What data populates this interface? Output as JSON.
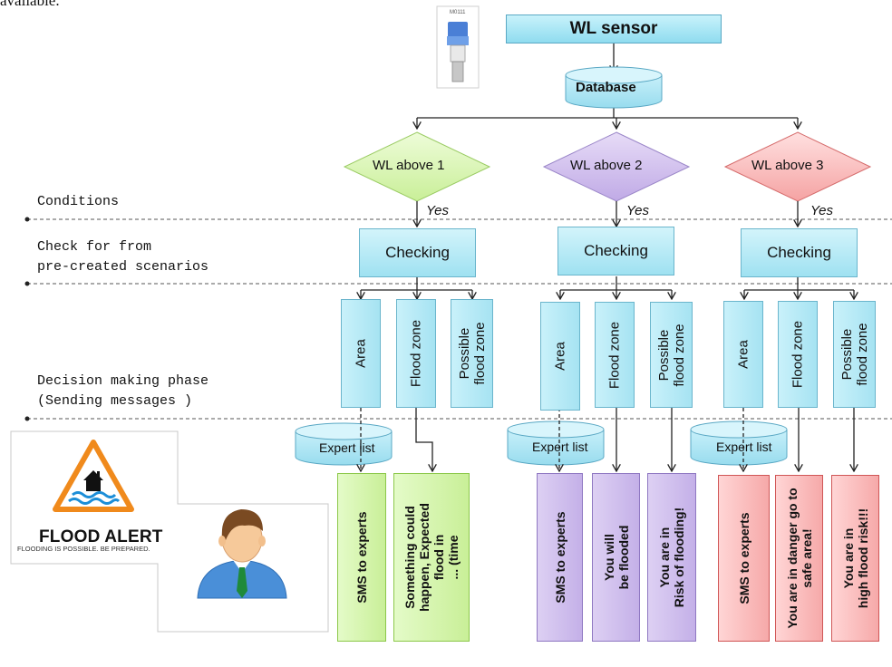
{
  "top_text": "available.",
  "sensor": {
    "title": "WL sensor",
    "device_tag": "M0111"
  },
  "database": {
    "label": "Database"
  },
  "phases": {
    "conditions": "Conditions",
    "check_line1": "Check for from",
    "check_line2": "pre-created scenarios",
    "decision_line1": "Decision making phase",
    "decision_line2": "(Sending messages )"
  },
  "yes_label": "Yes",
  "columns": [
    {
      "condition": "WL above 1",
      "checking": "Checking",
      "criteria": [
        "Area",
        "Flood zone",
        "Possible\nflood zone"
      ],
      "expert_list": "Expert list",
      "messages": [
        "SMS to experts",
        "Something could\nhappen, Expected\nflood in\n... (time"
      ]
    },
    {
      "condition": "WL above 2",
      "checking": "Checking",
      "criteria": [
        "Area",
        "Flood zone",
        "Possible\nflood zone"
      ],
      "expert_list": "Expert list",
      "messages": [
        "SMS to experts",
        "You will\nbe flooded",
        "You are in\nRisk of flooding!"
      ]
    },
    {
      "condition": "WL above 3",
      "checking": "Checking",
      "criteria": [
        "Area",
        "Flood zone",
        "Possible\nflood zone"
      ],
      "expert_list": "Expert list",
      "messages": [
        "SMS to experts",
        "You are in danger go to\nsafe area!",
        "You are in\nhigh flood risk!!!"
      ]
    }
  ],
  "alert": {
    "title": "FLOOD ALERT",
    "subtitle": "FLOODING IS POSSIBLE. BE PREPARED."
  },
  "colors": {
    "green": "#d8f5b0",
    "purple": "#d6c8f0",
    "red": "#fbb9b9",
    "cyan": "#b4e8f5"
  }
}
